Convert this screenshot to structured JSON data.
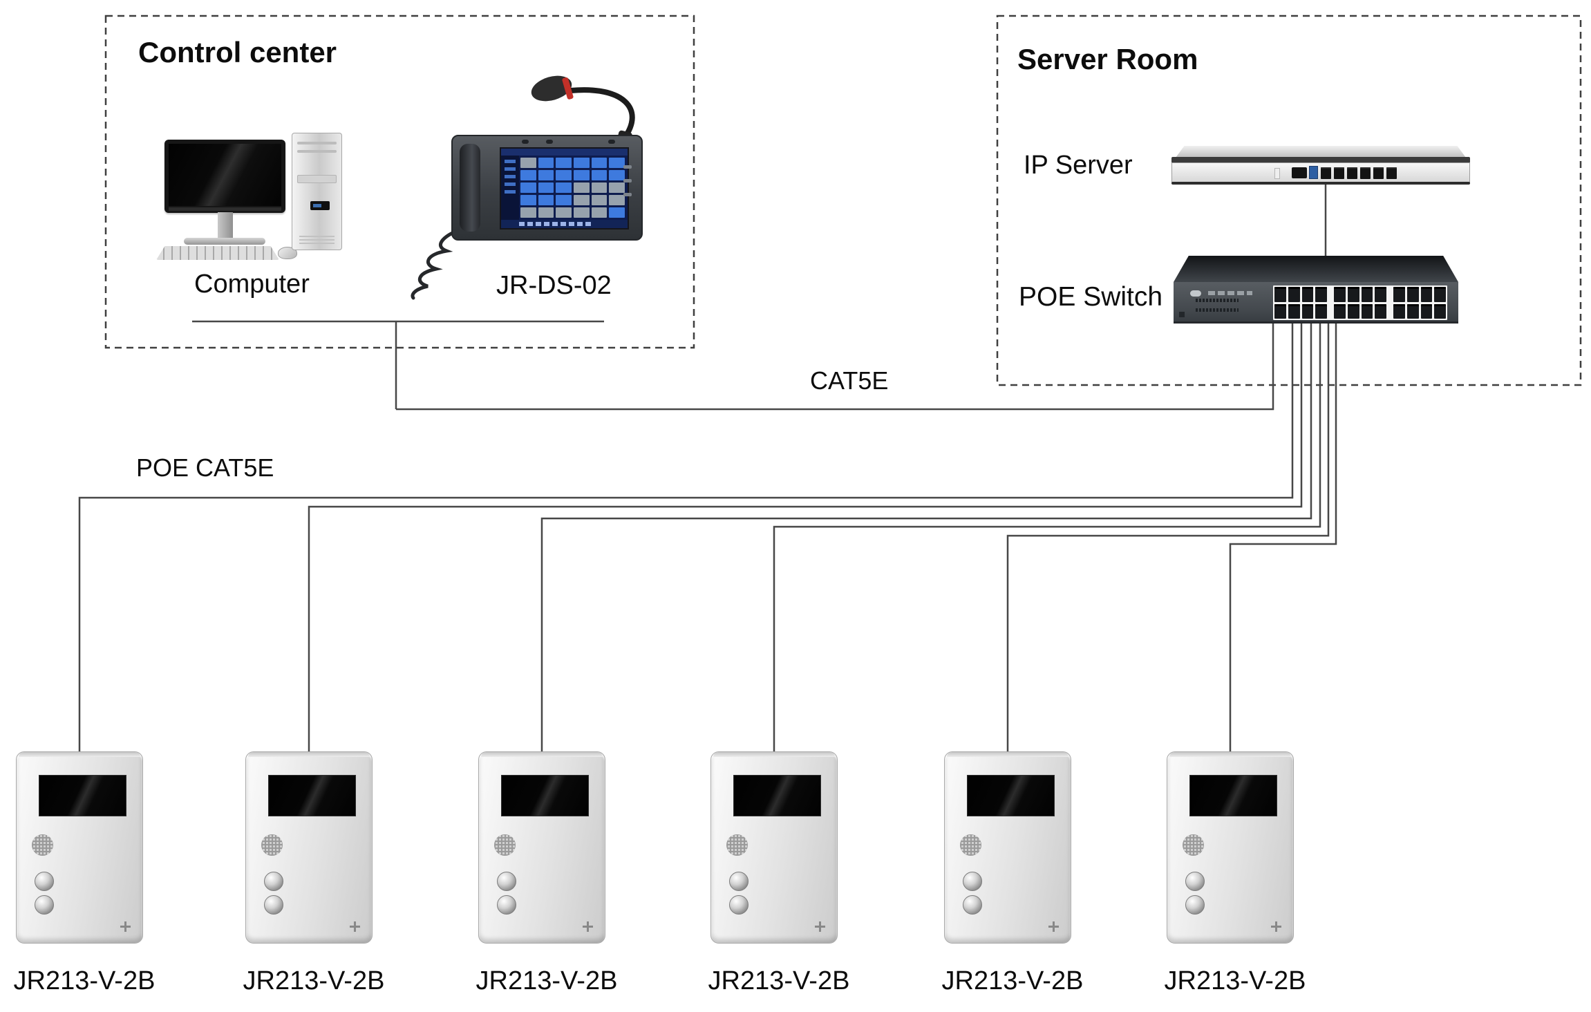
{
  "control_center": {
    "title": "Control center",
    "computer_label": "Computer",
    "console_label": "JR-DS-02"
  },
  "server_room": {
    "title": "Server Room",
    "ip_server_label": "IP Server",
    "poe_switch_label": "POE Switch",
    "switch_port_columns": 12,
    "switch_port_rows": 2,
    "server_port_count": 6
  },
  "links": {
    "backbone_label": "CAT5E",
    "endpoint_label": "POE CAT5E"
  },
  "intercoms": [
    {
      "label": "JR213-V-2B"
    },
    {
      "label": "JR213-V-2B"
    },
    {
      "label": "JR213-V-2B"
    },
    {
      "label": "JR213-V-2B"
    },
    {
      "label": "JR213-V-2B"
    },
    {
      "label": "JR213-V-2B"
    }
  ],
  "console_screen": {
    "cols": 6,
    "rows": 5,
    "gray_tiles": [
      0,
      15,
      16,
      17,
      21,
      22,
      23,
      24,
      25,
      26,
      27,
      28
    ],
    "footer_dots": 9,
    "sidebar_items": 5
  },
  "colors": {
    "line": "#474747",
    "dash_border": "#3f3f3f",
    "mic_ring": "#c23028",
    "tile_blue": "#3e7ade",
    "tile_gray": "#97a2ad"
  }
}
